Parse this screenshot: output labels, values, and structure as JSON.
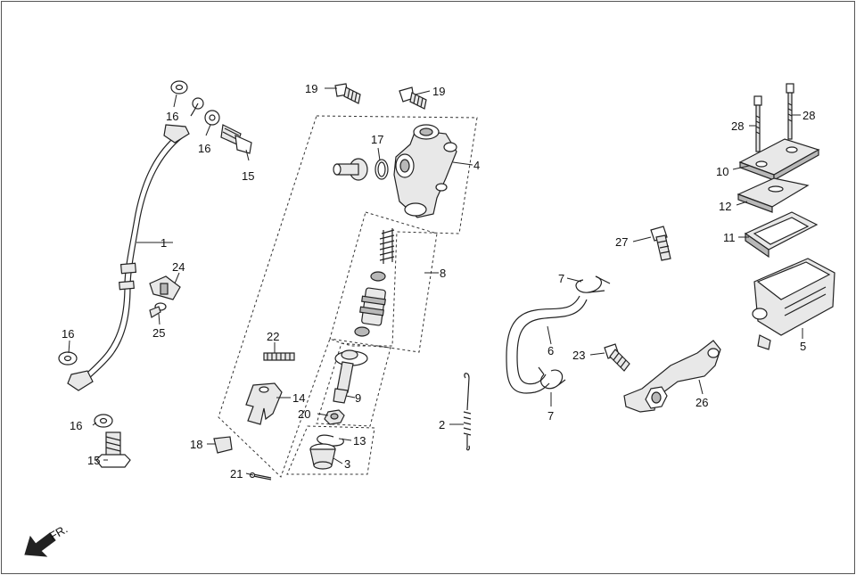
{
  "callouts": {
    "c1": "1",
    "c2": "2",
    "c3": "3",
    "c4": "4",
    "c5": "5",
    "c6": "6",
    "c7": "7",
    "c8": "8",
    "c9": "9",
    "c10": "10",
    "c11": "11",
    "c12": "12",
    "c13": "13",
    "c14": "14",
    "c15": "15",
    "c16": "16",
    "c17": "17",
    "c18": "18",
    "c19": "19",
    "c20": "20",
    "c21": "21",
    "c22": "22",
    "c23": "23",
    "c24": "24",
    "c25": "25",
    "c26": "26",
    "c27": "27",
    "c28": "28"
  },
  "direction_label": "FR."
}
